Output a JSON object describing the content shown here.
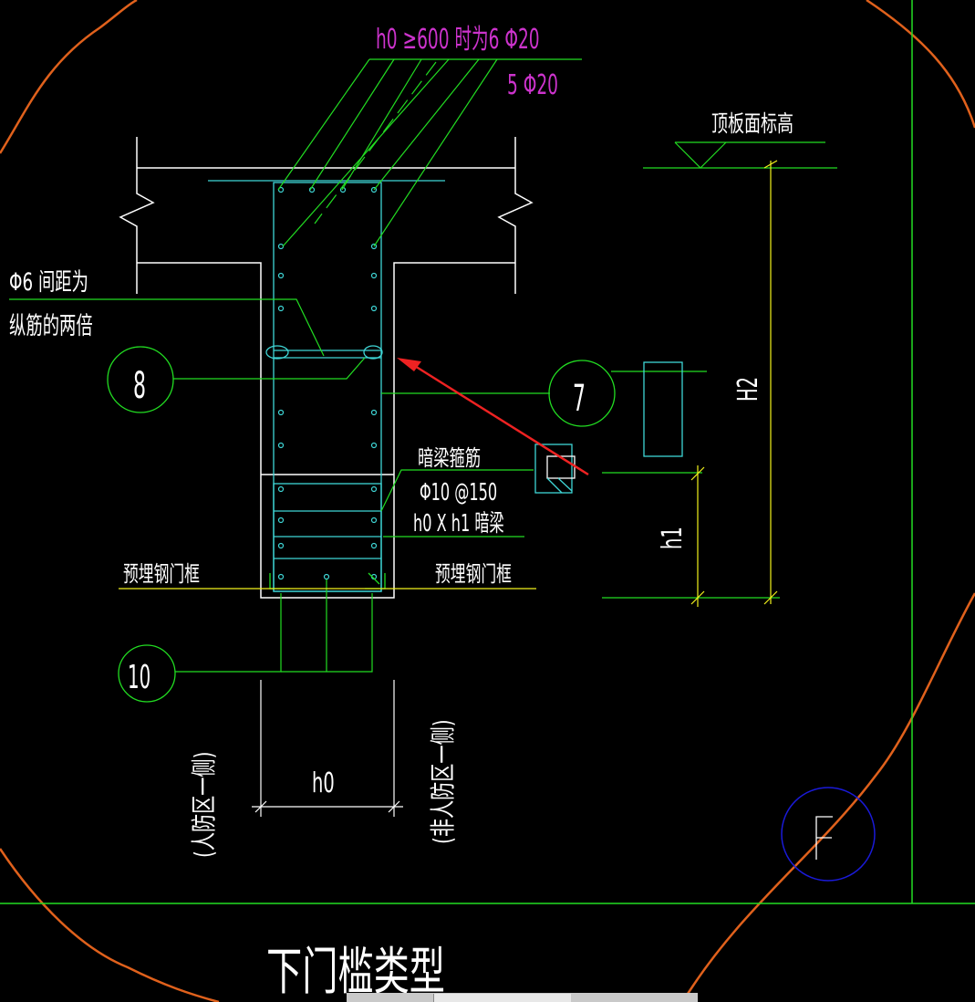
{
  "labels": {
    "rebar_top1": "h0 ≥600 时为6 Φ20",
    "rebar_top2": "5 Φ20",
    "slab_level": "顶板面标高",
    "stirrup_note_line1": "Φ6 间距为",
    "stirrup_note_line2": "纵筋的两倍",
    "beam_stirrup_title": "暗梁箍筋",
    "beam_stirrup_spec": "Φ10 @150",
    "beam_section": "h0 X h1 暗梁",
    "embedded_frame_left": "预埋钢门框",
    "embedded_frame_right": "预埋钢门框",
    "dim_h0": "h0",
    "dim_h1": "h1",
    "dim_H2": "H2",
    "side_left": "(人防区一侧)",
    "side_right": "(非人防区一侧)",
    "drawing_title": "下门槛类型"
  },
  "callouts": {
    "c8": "8",
    "c7": "7",
    "c10": "10"
  },
  "colors": {
    "background": "#000000",
    "cyan": "#3fd6d6",
    "green": "#22dd22",
    "yellow": "#f2f21c",
    "white": "#ffffff",
    "magenta": "#cc33cc",
    "orange": "#e0611c",
    "blue": "#1a1ad8",
    "red": "#ee2222"
  }
}
